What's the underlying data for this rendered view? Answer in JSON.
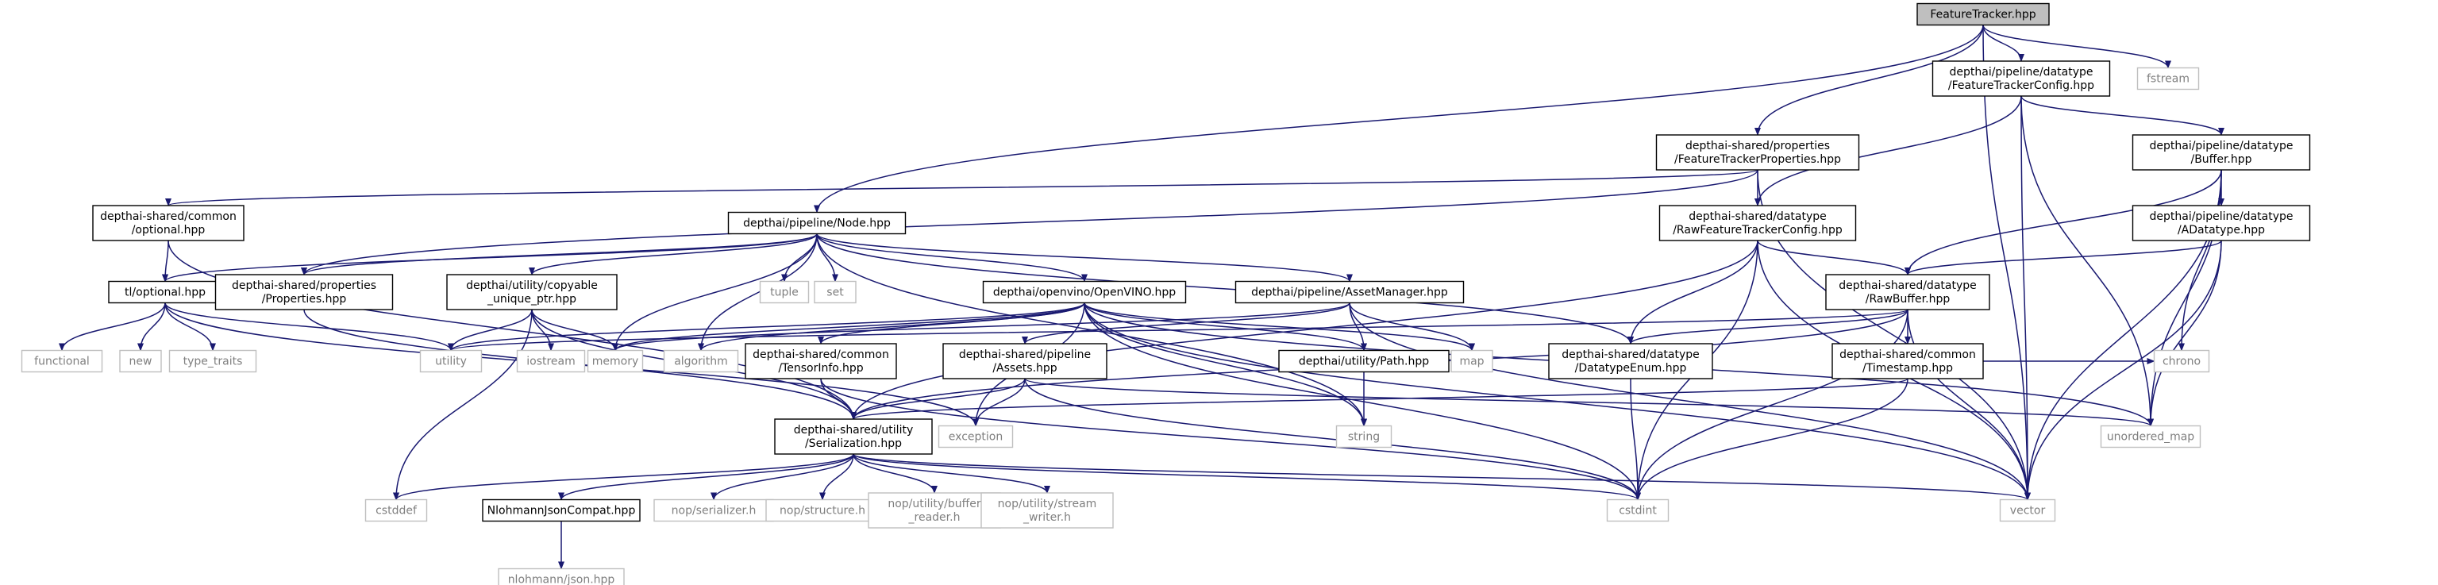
{
  "graph": {
    "colors": {
      "edge": "#191970",
      "box_border": "#000000",
      "external_border": "#bfbfbf",
      "root_fill": "#bfbfbf",
      "external_text": "#7f7f7f"
    },
    "nodes": [
      {
        "id": "ft",
        "lines": [
          "FeatureTracker.hpp"
        ],
        "kind": "root"
      },
      {
        "id": "ftc",
        "lines": [
          "depthai/pipeline/datatype",
          "/FeatureTrackerConfig.hpp"
        ],
        "kind": "internal"
      },
      {
        "id": "fstream",
        "lines": [
          "fstream"
        ],
        "kind": "external"
      },
      {
        "id": "ftp",
        "lines": [
          "depthai-shared/properties",
          "/FeatureTrackerProperties.hpp"
        ],
        "kind": "internal"
      },
      {
        "id": "buffer",
        "lines": [
          "depthai/pipeline/datatype",
          "/Buffer.hpp"
        ],
        "kind": "internal"
      },
      {
        "id": "optional",
        "lines": [
          "depthai-shared/common",
          "/optional.hpp"
        ],
        "kind": "internal"
      },
      {
        "id": "node",
        "lines": [
          "depthai/pipeline/Node.hpp"
        ],
        "kind": "internal"
      },
      {
        "id": "rawftc",
        "lines": [
          "depthai-shared/datatype",
          "/RawFeatureTrackerConfig.hpp"
        ],
        "kind": "internal"
      },
      {
        "id": "adatatype",
        "lines": [
          "depthai/pipeline/datatype",
          "/ADatatype.hpp"
        ],
        "kind": "internal"
      },
      {
        "id": "tlopt",
        "lines": [
          "tl/optional.hpp"
        ],
        "kind": "internal"
      },
      {
        "id": "props",
        "lines": [
          "depthai-shared/properties",
          "/Properties.hpp"
        ],
        "kind": "internal"
      },
      {
        "id": "copyable",
        "lines": [
          "depthai/utility/copyable",
          "_unique_ptr.hpp"
        ],
        "kind": "internal"
      },
      {
        "id": "tuple",
        "lines": [
          "tuple"
        ],
        "kind": "external"
      },
      {
        "id": "set",
        "lines": [
          "set"
        ],
        "kind": "external"
      },
      {
        "id": "openvino",
        "lines": [
          "depthai/openvino/OpenVINO.hpp"
        ],
        "kind": "internal"
      },
      {
        "id": "assetmgr",
        "lines": [
          "depthai/pipeline/AssetManager.hpp"
        ],
        "kind": "internal"
      },
      {
        "id": "rawbuffer",
        "lines": [
          "depthai-shared/datatype",
          "/RawBuffer.hpp"
        ],
        "kind": "internal"
      },
      {
        "id": "functional",
        "lines": [
          "functional"
        ],
        "kind": "external"
      },
      {
        "id": "new",
        "lines": [
          "new"
        ],
        "kind": "external"
      },
      {
        "id": "type_traits",
        "lines": [
          "type_traits"
        ],
        "kind": "external"
      },
      {
        "id": "utility",
        "lines": [
          "utility"
        ],
        "kind": "external"
      },
      {
        "id": "iostream",
        "lines": [
          "iostream"
        ],
        "kind": "external"
      },
      {
        "id": "memory",
        "lines": [
          "memory"
        ],
        "kind": "external"
      },
      {
        "id": "algorithm",
        "lines": [
          "algorithm"
        ],
        "kind": "external"
      },
      {
        "id": "tensorinfo",
        "lines": [
          "depthai-shared/common",
          "/TensorInfo.hpp"
        ],
        "kind": "internal"
      },
      {
        "id": "assets",
        "lines": [
          "depthai-shared/pipeline",
          "/Assets.hpp"
        ],
        "kind": "internal"
      },
      {
        "id": "path",
        "lines": [
          "depthai/utility/Path.hpp"
        ],
        "kind": "internal"
      },
      {
        "id": "map",
        "lines": [
          "map"
        ],
        "kind": "external"
      },
      {
        "id": "dtenum",
        "lines": [
          "depthai-shared/datatype",
          "/DatatypeEnum.hpp"
        ],
        "kind": "internal"
      },
      {
        "id": "timestamp",
        "lines": [
          "depthai-shared/common",
          "/Timestamp.hpp"
        ],
        "kind": "internal"
      },
      {
        "id": "chrono",
        "lines": [
          "chrono"
        ],
        "kind": "external"
      },
      {
        "id": "serial",
        "lines": [
          "depthai-shared/utility",
          "/Serialization.hpp"
        ],
        "kind": "internal"
      },
      {
        "id": "exception",
        "lines": [
          "exception"
        ],
        "kind": "external"
      },
      {
        "id": "string",
        "lines": [
          "string"
        ],
        "kind": "external"
      },
      {
        "id": "umap",
        "lines": [
          "unordered_map"
        ],
        "kind": "external"
      },
      {
        "id": "cstddef",
        "lines": [
          "cstddef"
        ],
        "kind": "external"
      },
      {
        "id": "nljcompat",
        "lines": [
          "NlohmannJsonCompat.hpp"
        ],
        "kind": "internal"
      },
      {
        "id": "serializer",
        "lines": [
          "nop/serializer.h"
        ],
        "kind": "external"
      },
      {
        "id": "structure",
        "lines": [
          "nop/structure.h"
        ],
        "kind": "external"
      },
      {
        "id": "bufreader",
        "lines": [
          "nop/utility/buffer",
          "_reader.h"
        ],
        "kind": "external"
      },
      {
        "id": "streamwriter",
        "lines": [
          "nop/utility/stream",
          "_writer.h"
        ],
        "kind": "external"
      },
      {
        "id": "cstdint",
        "lines": [
          "cstdint"
        ],
        "kind": "external"
      },
      {
        "id": "vector",
        "lines": [
          "vector"
        ],
        "kind": "external"
      },
      {
        "id": "nljson",
        "lines": [
          "nlohmann/json.hpp"
        ],
        "kind": "external"
      }
    ],
    "edges": [
      [
        "ft",
        "ftc"
      ],
      [
        "ft",
        "fstream"
      ],
      [
        "ft",
        "ftp"
      ],
      [
        "ft",
        "node"
      ],
      [
        "ft",
        "vector"
      ],
      [
        "ftc",
        "buffer"
      ],
      [
        "ftc",
        "rawftc"
      ],
      [
        "ftc",
        "umap"
      ],
      [
        "ftc",
        "vector"
      ],
      [
        "ftp",
        "optional"
      ],
      [
        "ftp",
        "props"
      ],
      [
        "ftp",
        "rawftc"
      ],
      [
        "ftp",
        "vector"
      ],
      [
        "buffer",
        "adatatype"
      ],
      [
        "buffer",
        "rawbuffer"
      ],
      [
        "buffer",
        "umap"
      ],
      [
        "buffer",
        "chrono"
      ],
      [
        "buffer",
        "vector"
      ],
      [
        "optional",
        "tlopt"
      ],
      [
        "optional",
        "serial"
      ],
      [
        "node",
        "tlopt"
      ],
      [
        "node",
        "props"
      ],
      [
        "node",
        "copyable"
      ],
      [
        "node",
        "tuple"
      ],
      [
        "node",
        "set"
      ],
      [
        "node",
        "openvino"
      ],
      [
        "node",
        "assetmgr"
      ],
      [
        "node",
        "memory"
      ],
      [
        "node",
        "algorithm"
      ],
      [
        "node",
        "string"
      ],
      [
        "node",
        "dtenum"
      ],
      [
        "rawftc",
        "rawbuffer"
      ],
      [
        "rawftc",
        "dtenum"
      ],
      [
        "rawftc",
        "cstdint"
      ],
      [
        "rawftc",
        "vector"
      ],
      [
        "rawftc",
        "serial"
      ],
      [
        "adatatype",
        "rawbuffer"
      ],
      [
        "adatatype",
        "umap"
      ],
      [
        "adatatype",
        "vector"
      ],
      [
        "tlopt",
        "functional"
      ],
      [
        "tlopt",
        "new"
      ],
      [
        "tlopt",
        "type_traits"
      ],
      [
        "tlopt",
        "utility"
      ],
      [
        "tlopt",
        "exception"
      ],
      [
        "props",
        "serial"
      ],
      [
        "copyable",
        "utility"
      ],
      [
        "copyable",
        "iostream"
      ],
      [
        "copyable",
        "memory"
      ],
      [
        "copyable",
        "cstddef"
      ],
      [
        "copyable",
        "serial"
      ],
      [
        "openvino",
        "utility"
      ],
      [
        "openvino",
        "memory"
      ],
      [
        "openvino",
        "algorithm"
      ],
      [
        "openvino",
        "tensorinfo"
      ],
      [
        "openvino",
        "path"
      ],
      [
        "openvino",
        "map"
      ],
      [
        "openvino",
        "exception"
      ],
      [
        "openvino",
        "string"
      ],
      [
        "openvino",
        "umap"
      ],
      [
        "openvino",
        "cstdint"
      ],
      [
        "openvino",
        "vector"
      ],
      [
        "assetmgr",
        "memory"
      ],
      [
        "assetmgr",
        "assets"
      ],
      [
        "assetmgr",
        "path"
      ],
      [
        "assetmgr",
        "map"
      ],
      [
        "assetmgr",
        "vector"
      ],
      [
        "rawbuffer",
        "utility"
      ],
      [
        "rawbuffer",
        "dtenum"
      ],
      [
        "rawbuffer",
        "timestamp"
      ],
      [
        "rawbuffer",
        "cstdint"
      ],
      [
        "rawbuffer",
        "vector"
      ],
      [
        "rawbuffer",
        "serial"
      ],
      [
        "tensorinfo",
        "serial"
      ],
      [
        "tensorinfo",
        "cstdint"
      ],
      [
        "assets",
        "serial"
      ],
      [
        "assets",
        "exception"
      ],
      [
        "assets",
        "umap"
      ],
      [
        "assets",
        "cstdint"
      ],
      [
        "path",
        "string"
      ],
      [
        "dtenum",
        "cstdint"
      ],
      [
        "timestamp",
        "chrono"
      ],
      [
        "timestamp",
        "cstdint"
      ],
      [
        "timestamp",
        "serial"
      ],
      [
        "serial",
        "cstddef"
      ],
      [
        "serial",
        "nljcompat"
      ],
      [
        "serial",
        "serializer"
      ],
      [
        "serial",
        "structure"
      ],
      [
        "serial",
        "bufreader"
      ],
      [
        "serial",
        "streamwriter"
      ],
      [
        "serial",
        "cstdint"
      ],
      [
        "serial",
        "vector"
      ],
      [
        "nljcompat",
        "nljson"
      ]
    ]
  }
}
